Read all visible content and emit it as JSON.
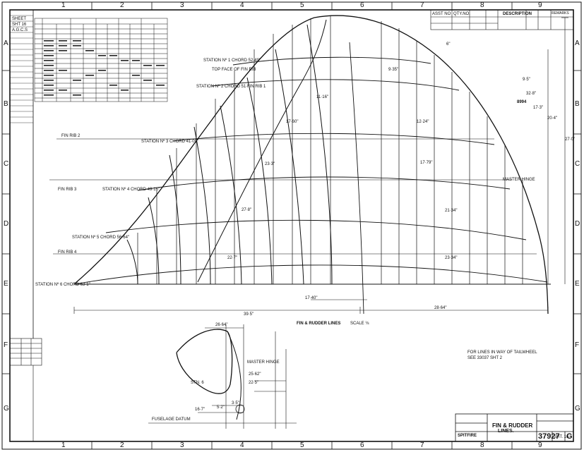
{
  "grid": {
    "columns": [
      "1",
      "2",
      "3",
      "4",
      "5",
      "6",
      "7",
      "8",
      "9"
    ],
    "rows": [
      "A",
      "B",
      "C",
      "D",
      "E",
      "F",
      "G"
    ]
  },
  "header": {
    "asst": "ASST NO",
    "qty": "QTY.NO.",
    "description": "DESCRIPTION",
    "remarks": "REMARKS"
  },
  "left_panel": {
    "sheet": "SHEET",
    "sheet_no": "SHT 16",
    "alt": "A.G.C.S"
  },
  "stations": [
    {
      "label": "STATION Nº 1 CHORD 52·49\""
    },
    {
      "label": "STATION Nº 2 CHORD 51·"
    },
    {
      "label": "STATION Nº 3 CHORD 41·09\""
    },
    {
      "label": "STATION Nº 4 CHORD 49·16\""
    },
    {
      "label": "STATION Nº 5 CHORD 56·64\""
    },
    {
      "label": "STATION Nº 6 CHORD 63·1\""
    }
  ],
  "fin_ribs": [
    {
      "label": "FIN RIB 2"
    },
    {
      "label": "FIN RIB 3"
    },
    {
      "label": "FIN RIB 4"
    },
    {
      "label": "FIN RIB 1"
    }
  ],
  "annotations": {
    "top_face": "TOP FACE OF FIN RIB",
    "master_hinge": "MASTER HINGE",
    "fin_rudder_lines": "FIN & RUDDER LINES",
    "scale": "SCALE ⅛",
    "fuselage_datum": "FUSELAGE DATUM",
    "fin_lines_note_1": "FOR LINES IN WAY OF TAILWHEEL",
    "fin_lines_note_2": "SEE 33037 SHT 2",
    "master_hinge_2": "MASTER HINGE",
    "station_6": "STN. 6"
  },
  "dimensions": {
    "d_28_64": "28·64\"",
    "d_39_5": "39·5\"",
    "d_17_60": "17·60\"",
    "d_9_35": "9·35\"",
    "d_6": "6\"",
    "d_11_16": "11·16\"",
    "d_12_24": "12·24\"",
    "d_17_79": "17·79\"",
    "d_21_34": "21·34\"",
    "d_23_3": "23·3\"",
    "d_27_8": "27·8\"",
    "d_22_7": "22·7\"",
    "d_17_40": "17·40\"",
    "d_23_34": "23·34\"",
    "d_26_64": "26·64\"",
    "d_32_8": "32·8\"",
    "d_20_4": "20·4\"",
    "d_27_0": "27·0\"",
    "d_17_3": "17·3\"",
    "d_9_5": "9·5\"",
    "d_22_5": "22·5\"",
    "d_16_7": "16·7\"",
    "d_5_2": "5·2\"",
    "d_25_62": "25·62\"",
    "d_3_5": "3·5\"",
    "x8994": "8994"
  },
  "title_block": {
    "title_line_1": "FIN & RUDDER",
    "title_line_2": "LINES.",
    "drawing_no": "37927",
    "sheet": "SHT. 16",
    "issue": "G",
    "type": "SPITFIRE"
  }
}
